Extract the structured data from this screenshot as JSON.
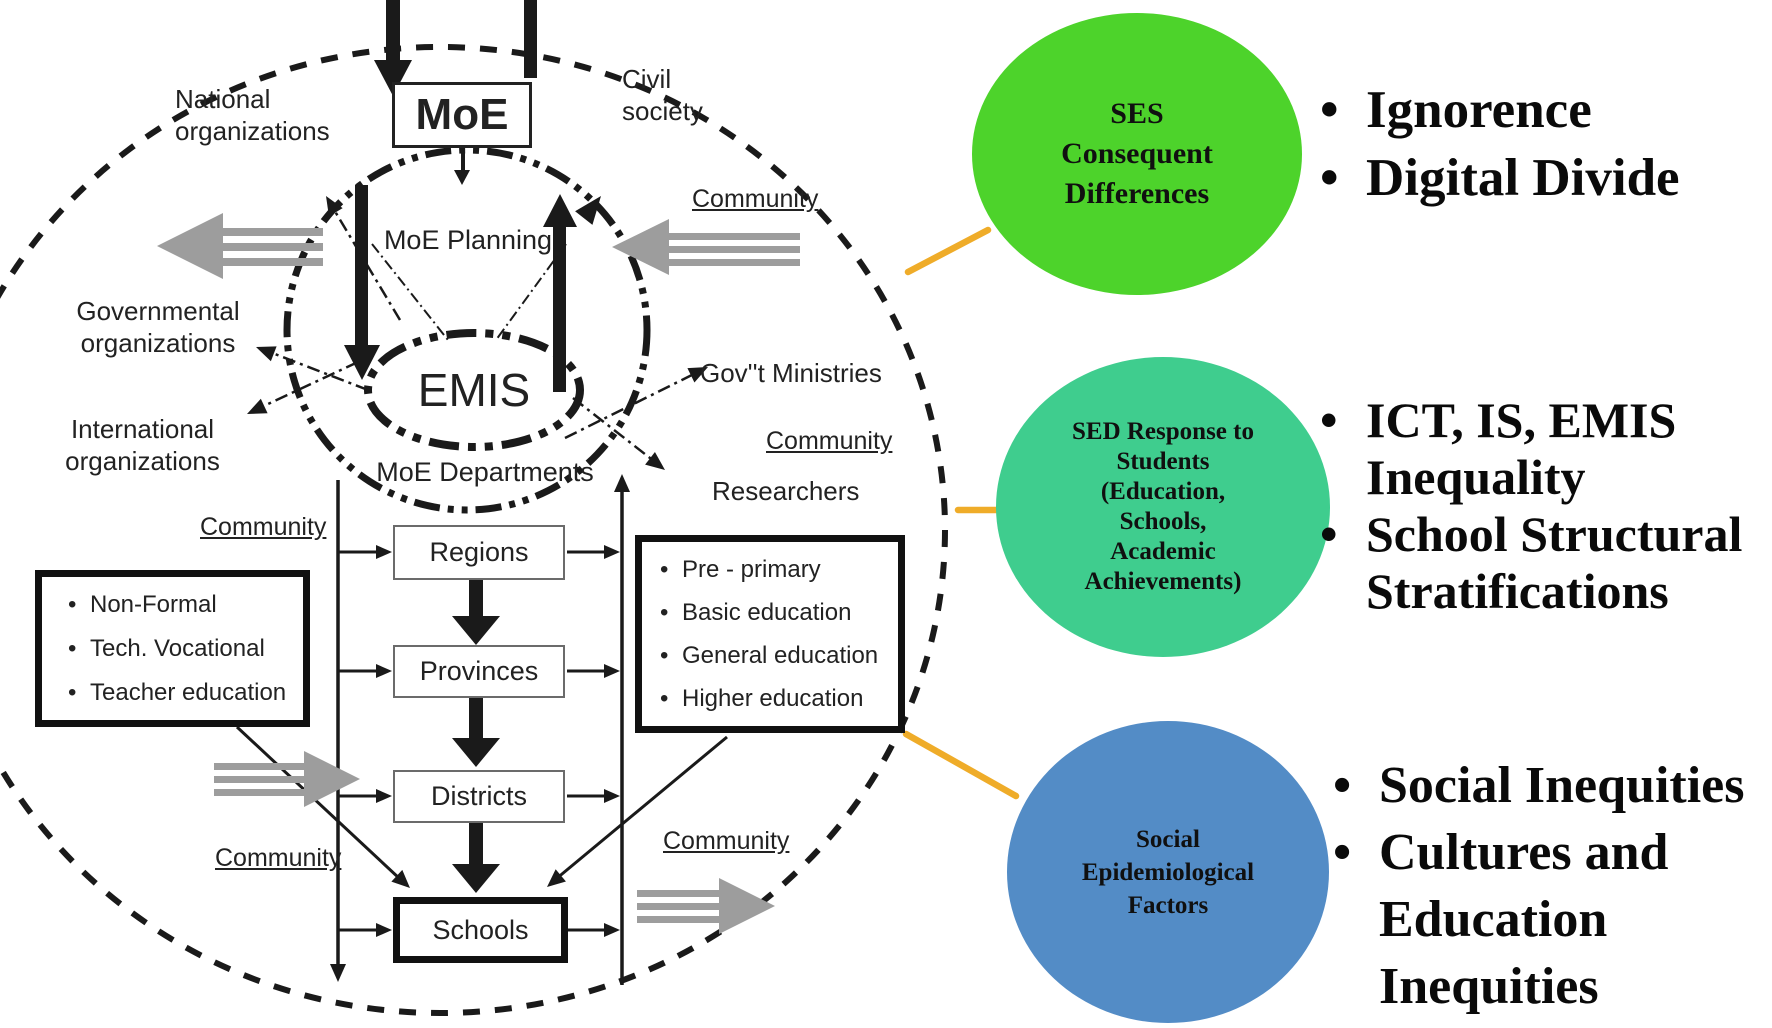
{
  "colors": {
    "ses_green": "#4dd32b",
    "sed_teal": "#3fcd8e",
    "social_blue": "#538cc6",
    "connector_yellow": "#efac29",
    "flow_arrow_gray": "#9d9d9d"
  },
  "diagram": {
    "moe_label": "MoE",
    "moe_planning_label": "MoE Planning",
    "emis_label": "EMIS",
    "moe_departments_label": "MoE Departments",
    "national_organizations_label": "National organizations",
    "civil_society_label": "Civil society",
    "governmental_organizations_label": "Governmental organizations",
    "international_organizations_label": "International organizations",
    "govt_ministries_label": "Gov''t Ministries",
    "researchers_label": "Researchers",
    "community_label": "Community",
    "left_box_items": [
      "Non-Formal",
      "Tech. Vocational",
      "Teacher education"
    ],
    "chain_boxes": [
      "Regions",
      "Provinces",
      "Districts",
      "Schools"
    ],
    "right_box_items": [
      "Pre - primary",
      "Basic education",
      "General education",
      "Higher education"
    ]
  },
  "sections": [
    {
      "color": "#4dd32b",
      "circle_lines": [
        "SES",
        "Consequent",
        "Differences"
      ],
      "bullets": [
        {
          "lines": [
            "Ignorence"
          ]
        },
        {
          "lines": [
            "Digital Divide"
          ]
        }
      ]
    },
    {
      "color": "#3fcd8e",
      "circle_lines": [
        "SED Response to",
        "Students",
        "(Education,",
        "Schools,",
        "Academic",
        "Achievements)"
      ],
      "bullets": [
        {
          "lines": [
            "ICT, IS, EMIS",
            "Inequality"
          ]
        },
        {
          "lines": [
            "School Structural",
            "Stratifications"
          ]
        }
      ]
    },
    {
      "color": "#538cc6",
      "circle_lines": [
        "Social",
        "Epidemiological",
        "Factors"
      ],
      "bullets": [
        {
          "lines": [
            "Social Inequities"
          ]
        },
        {
          "lines": [
            "Cultures and",
            "Education",
            "Inequities"
          ]
        }
      ]
    }
  ]
}
